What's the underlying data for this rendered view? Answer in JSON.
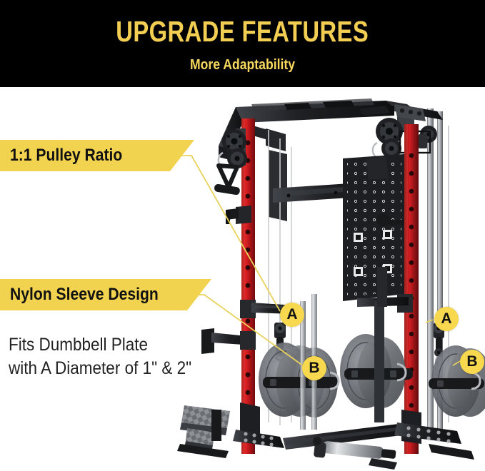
{
  "header": {
    "title": "UPGRADE FEATURES",
    "subtitle": "More Adaptability",
    "background": "#000000",
    "title_color": "#F2CE52"
  },
  "callouts": [
    {
      "id": "pulley-ratio",
      "label": "1:1 Pulley Ratio",
      "banner_color": "#F2D34F",
      "text_color": "#111111",
      "points_to": "A"
    },
    {
      "id": "nylon-sleeve",
      "label": "Nylon Sleeve Design",
      "banner_color": "#F2D34F",
      "text_color": "#111111",
      "points_to": "B"
    }
  ],
  "body_copy": {
    "line1": "Fits Dumbbell Plate",
    "line2": "with A Diameter of 1\" & 2\""
  },
  "markers": [
    {
      "id": "a-left",
      "label": "A",
      "color": "#F7D84E"
    },
    {
      "id": "b-left",
      "label": "B",
      "color": "#F7D84E"
    },
    {
      "id": "a-right",
      "label": "A",
      "color": "#F7D84E"
    },
    {
      "id": "b-right",
      "label": "B",
      "color": "#F7D84E"
    }
  ],
  "product": {
    "name": "power-rack-smith-machine",
    "frame_color": "#D81F20",
    "steel_color": "#2B2D31",
    "plate_color": "#6E7175",
    "leader_line_color": "#E8D25C"
  }
}
